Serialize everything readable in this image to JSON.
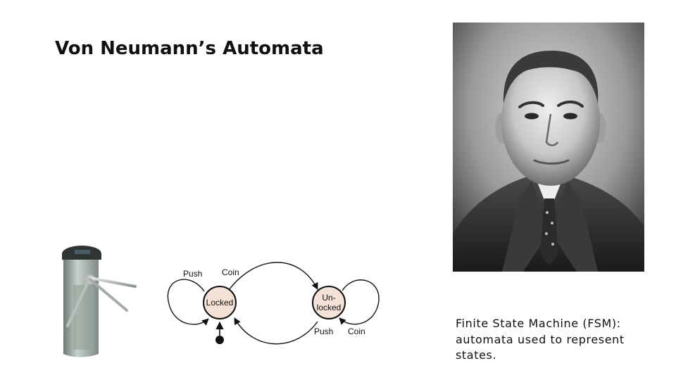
{
  "slide": {
    "title": "Von Neumann’s Automata",
    "caption_lines": [
      "Finite State Machine (FSM):",
      "automata used to represent",
      "states."
    ]
  },
  "fsm": {
    "states": {
      "locked": "Locked",
      "unlocked_line1": "Un-",
      "unlocked_line2": "locked"
    },
    "transitions": {
      "locked_self": "Push",
      "locked_to_unlocked": "Coin",
      "unlocked_to_locked": "Push",
      "unlocked_self": "Coin"
    },
    "state_fill": "#f3e2d5"
  },
  "images": {
    "portrait": "portrait-photo",
    "turnstile": "turnstile-illustration"
  }
}
